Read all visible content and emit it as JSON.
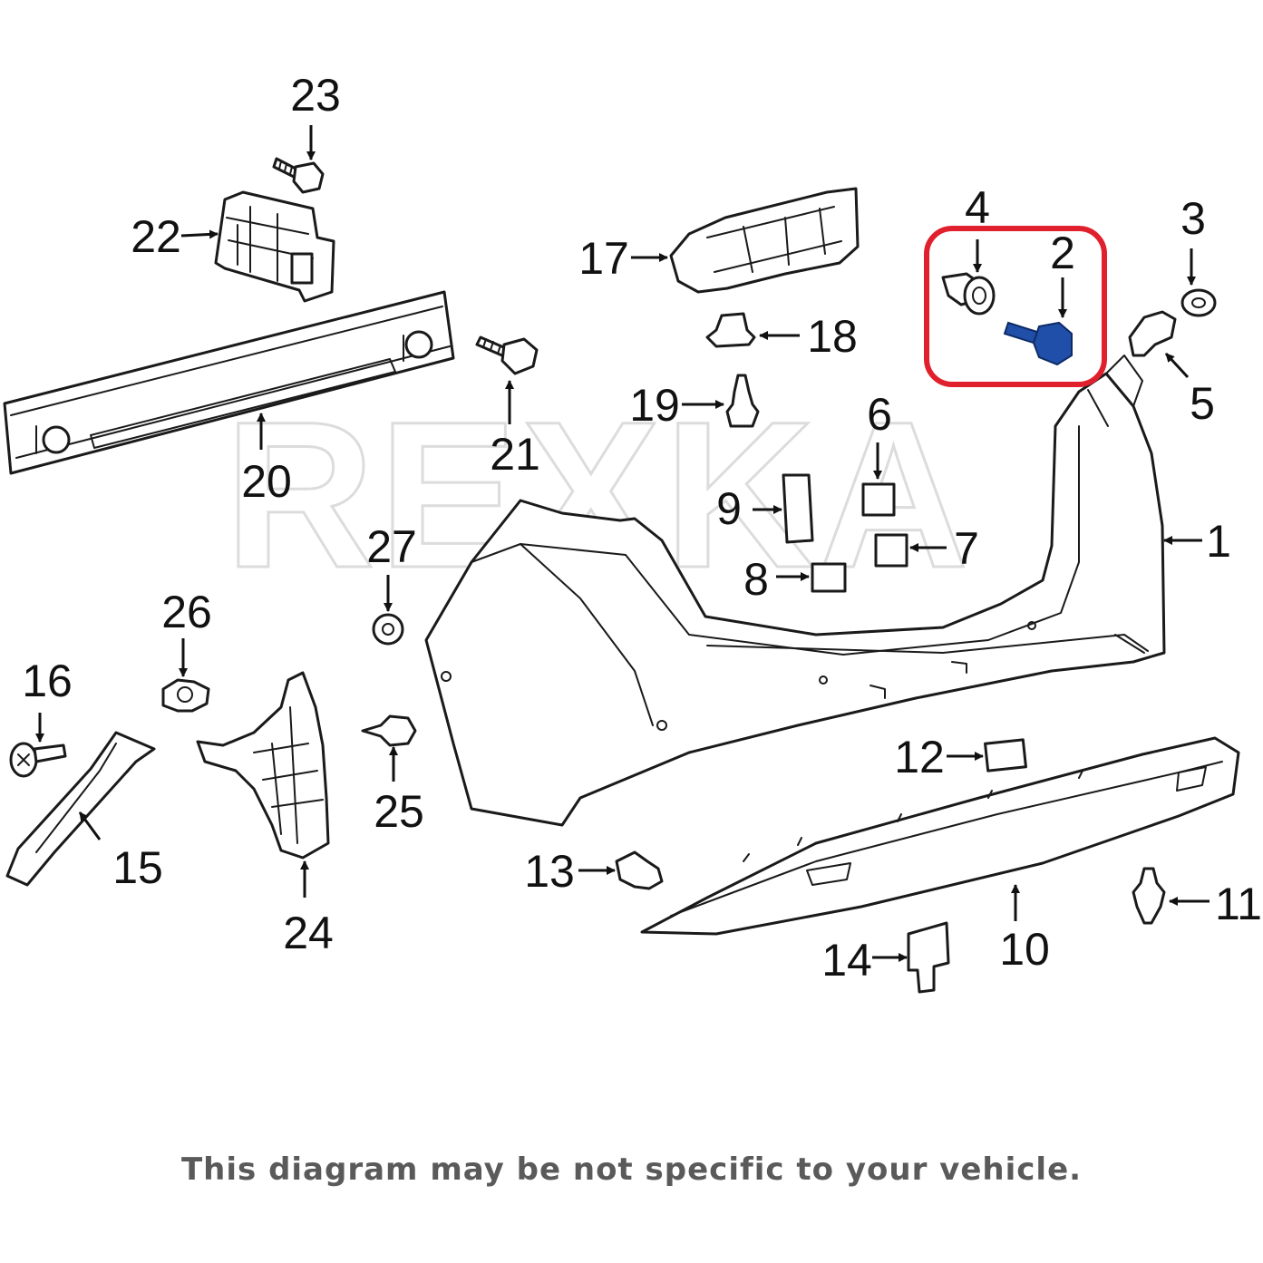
{
  "watermark": "REXKA",
  "highlight_color": "#e0202c",
  "highlighted_part_color": "#1f4fa8",
  "highlighted_callouts": [
    "2",
    "4"
  ],
  "callouts": {
    "c1": "1",
    "c2": "2",
    "c3": "3",
    "c4": "4",
    "c5": "5",
    "c6": "6",
    "c7": "7",
    "c8": "8",
    "c9": "9",
    "c10": "10",
    "c11": "11",
    "c12": "12",
    "c13": "13",
    "c14": "14",
    "c15": "15",
    "c16": "16",
    "c17": "17",
    "c18": "18",
    "c19": "19",
    "c20": "20",
    "c21": "21",
    "c22": "22",
    "c23": "23",
    "c24": "24",
    "c25": "25",
    "c26": "26",
    "c27": "27"
  },
  "disclaimer": "This diagram may be not specific to your vehicle."
}
